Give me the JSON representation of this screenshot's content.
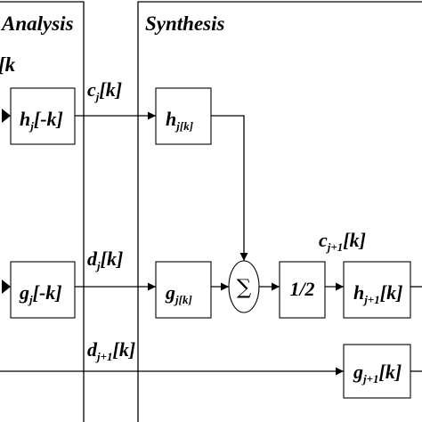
{
  "titles": {
    "analysis": "Analysis",
    "synthesis": "Synthesis"
  },
  "input_partial": {
    "text": "[k"
  },
  "blocks": {
    "analysis_h": {
      "base": "h",
      "sub": "j",
      "rest": "[-k]"
    },
    "analysis_g": {
      "base": "g",
      "sub": "j",
      "rest": "[-k]"
    },
    "synthesis_h": {
      "base": "h",
      "sub": "j[k]",
      "rest": ""
    },
    "synthesis_g": {
      "base": "g",
      "sub": "j[k]",
      "rest": ""
    },
    "half": {
      "text": "1/2"
    },
    "sum": {
      "symbol": "∑"
    },
    "output_h": {
      "base": "h",
      "sub": "j+1",
      "rest": "[k]"
    },
    "output_g": {
      "base": "g",
      "sub": "j+1",
      "rest": "[k]"
    }
  },
  "signals": {
    "c_j": {
      "base": "c",
      "sub": "j",
      "rest": "[k]"
    },
    "d_j": {
      "base": "d",
      "sub": "j",
      "rest": "[k]"
    },
    "d_j1": {
      "base": "d",
      "sub": "j+1",
      "rest": "[k]"
    },
    "c_j1": {
      "base": "c",
      "sub": "j+1",
      "rest": "[k]"
    }
  }
}
